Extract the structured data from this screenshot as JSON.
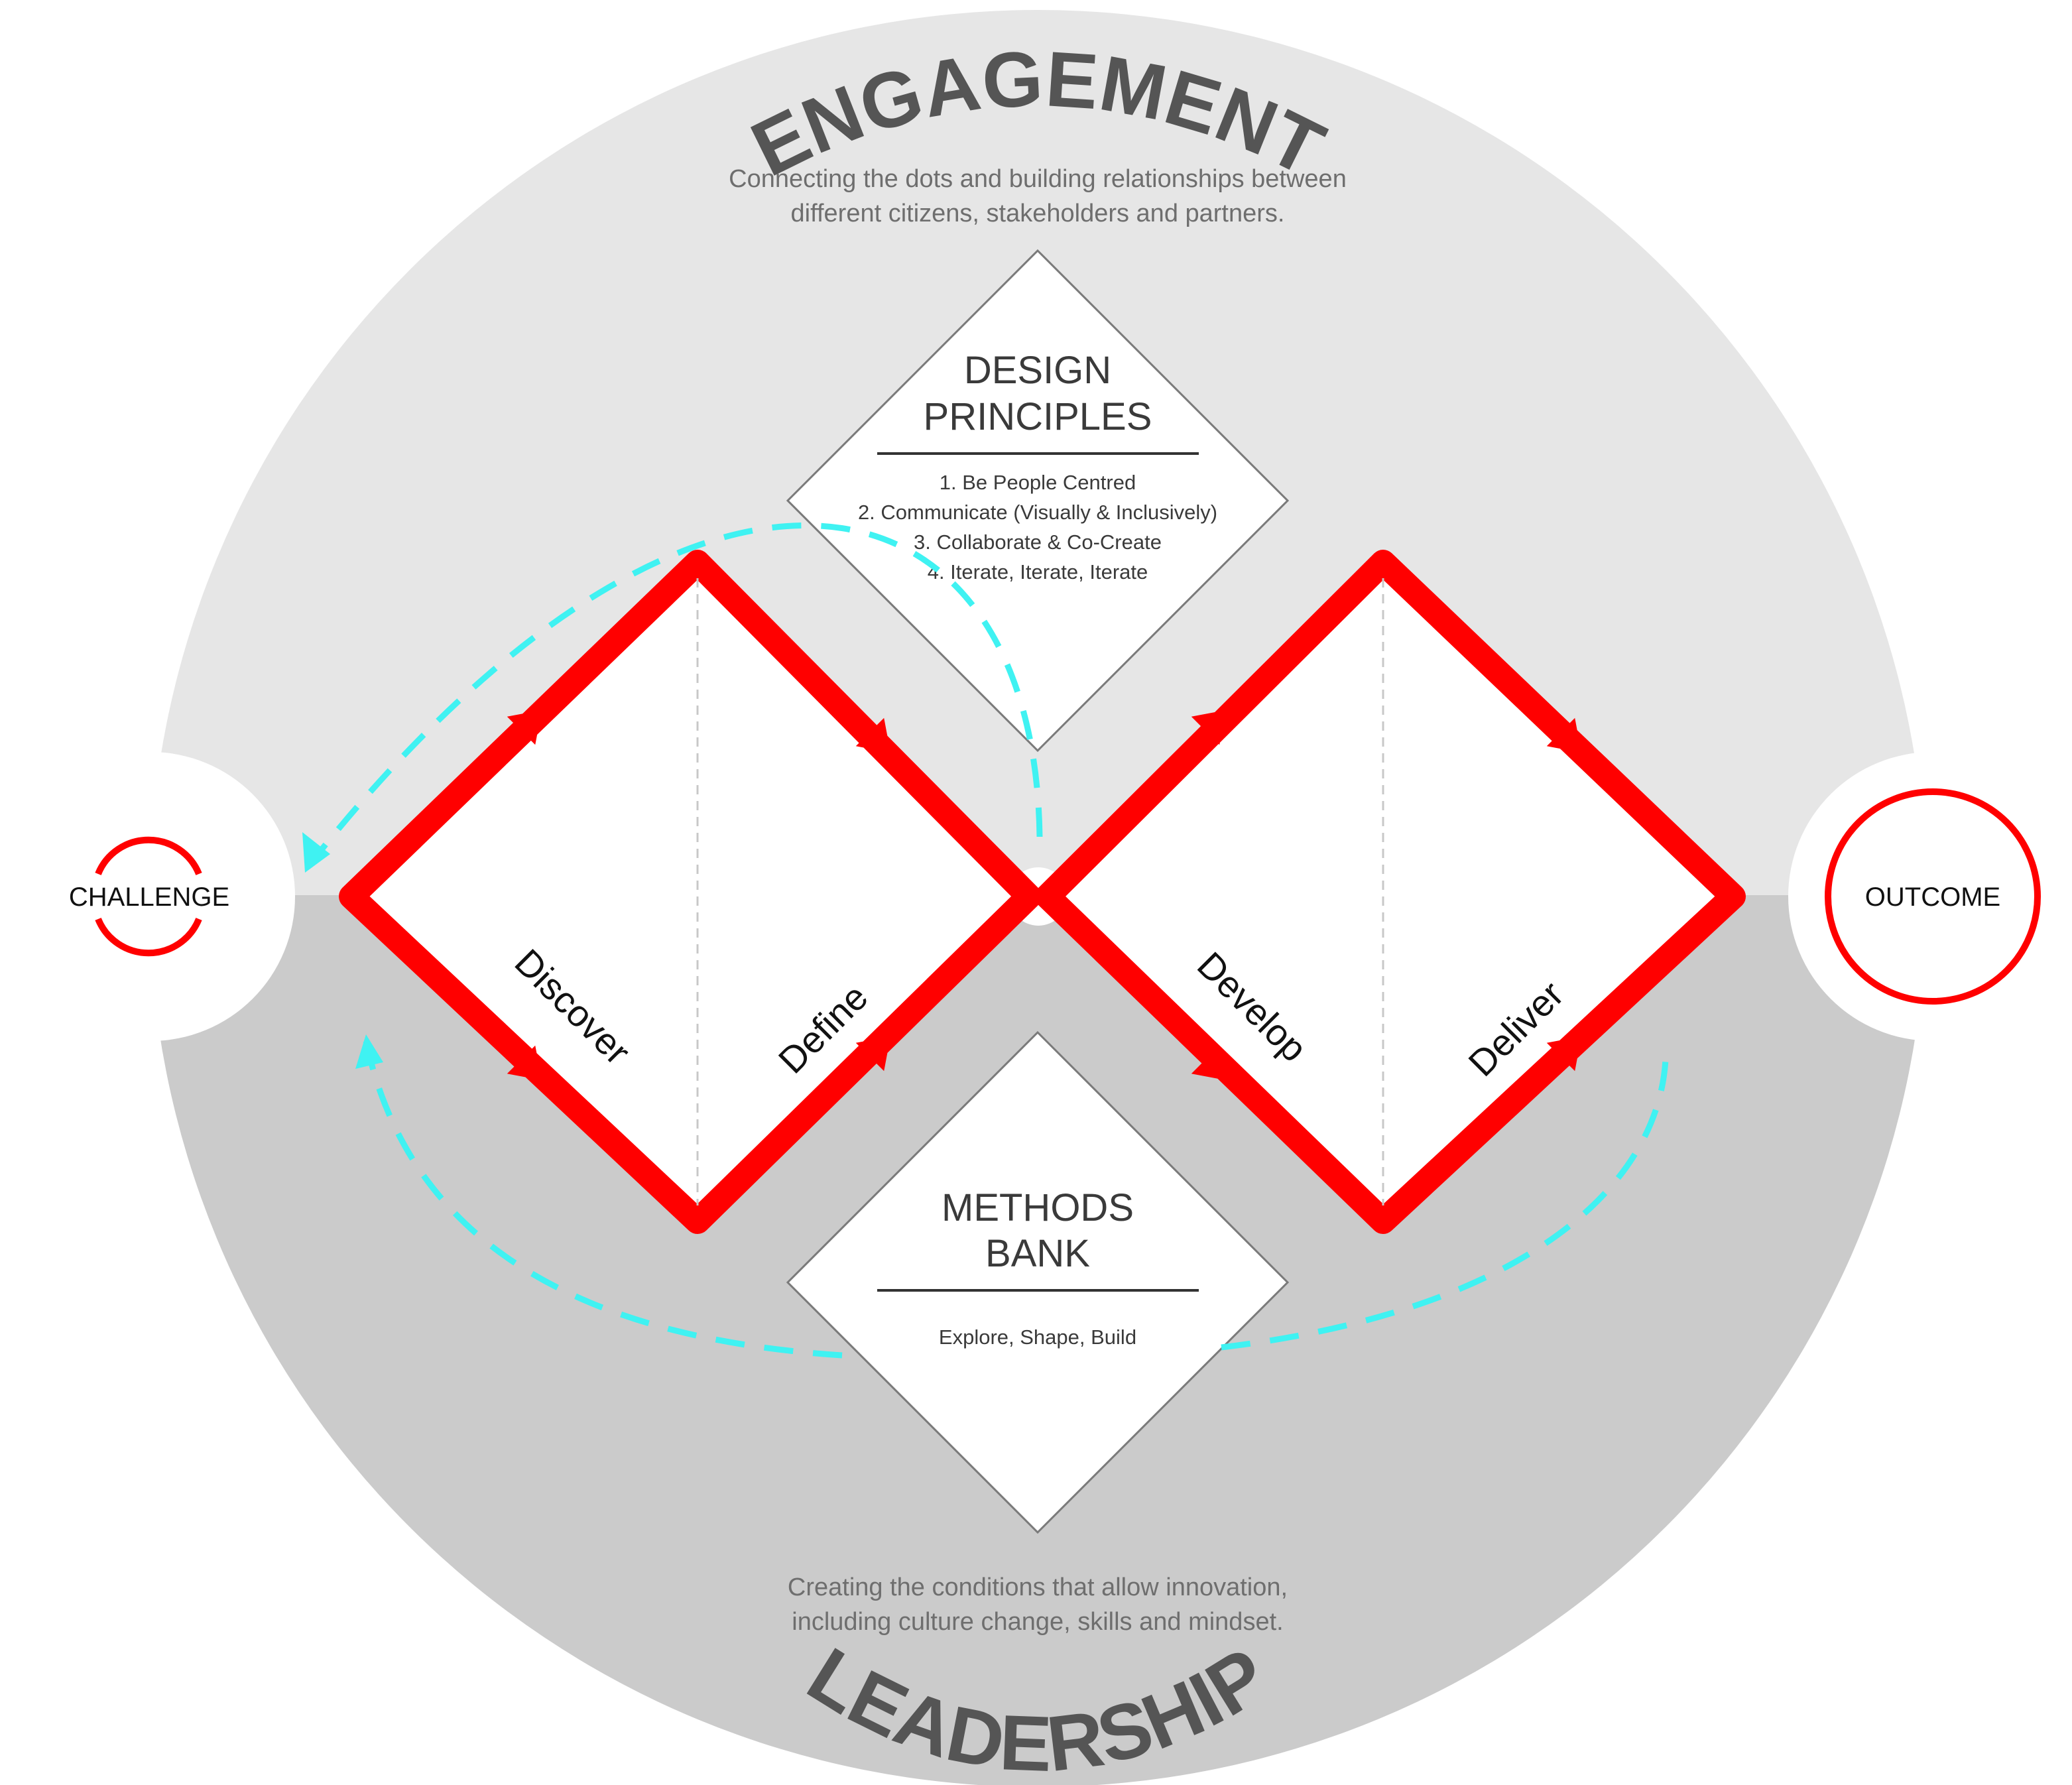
{
  "engagement": {
    "title": "ENGAGEMENT",
    "description_line1": "Connecting the dots and building relationships between",
    "description_line2": "different citizens, stakeholders and partners."
  },
  "leadership": {
    "title": "LEADERSHIP",
    "description_line1": "Creating the conditions that allow innovation,",
    "description_line2": "including culture change, skills and mindset."
  },
  "design_principles": {
    "title_line1": "DESIGN",
    "title_line2": "PRINCIPLES",
    "items": [
      "1. Be People Centred",
      "2. Communicate (Visually & Inclusively)",
      "3. Collaborate & Co-Create",
      "4. Iterate, Iterate, Iterate"
    ]
  },
  "methods_bank": {
    "title_line1": "METHODS",
    "title_line2": "BANK",
    "items": [
      "Explore, Shape, Build"
    ]
  },
  "phases": {
    "discover": "Discover",
    "define": "Define",
    "develop": "Develop",
    "deliver": "Deliver"
  },
  "endpoints": {
    "challenge": "CHALLENGE",
    "outcome": "OUTCOME"
  },
  "colors": {
    "upper_band": "#e6e6e6",
    "lower_band": "#cbcbcb",
    "diamond_stroke": "#ff0000",
    "feedback_arrows": "#3ff2f2",
    "title_text": "#555555"
  }
}
